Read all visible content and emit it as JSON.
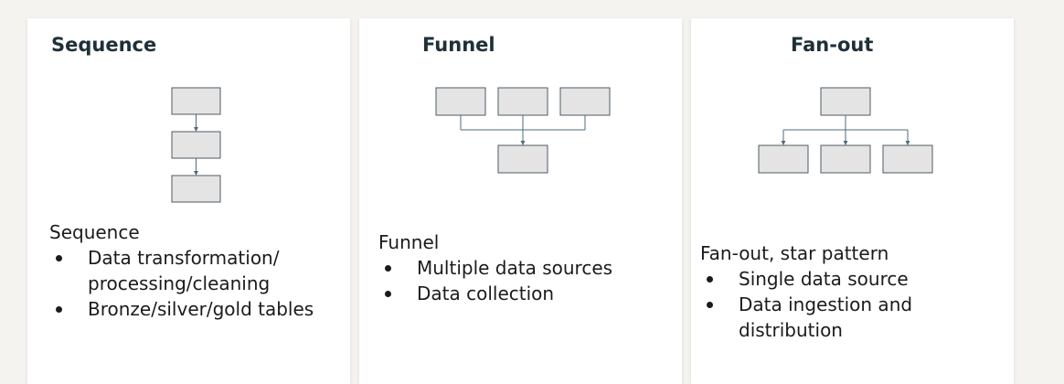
{
  "cards": [
    {
      "title": "Sequence",
      "heading": "Sequence",
      "bullets": [
        "Data transformation/ processing/cleaning",
        "Bronze/silver/gold tables"
      ]
    },
    {
      "title": "Funnel",
      "heading": "Funnel",
      "bullets": [
        "Multiple data sources",
        "Data collection"
      ]
    },
    {
      "title": "Fan-out",
      "heading": "Fan-out, star pattern",
      "bullets": [
        "Single data source",
        "Data ingestion and distribution"
      ]
    }
  ],
  "colors": {
    "background": "#f5f3ef",
    "card": "#ffffff",
    "title": "#1f3038",
    "box_fill": "#e5e4e4",
    "box_stroke": "#4e5b64",
    "connector": "#4e6d7a"
  }
}
